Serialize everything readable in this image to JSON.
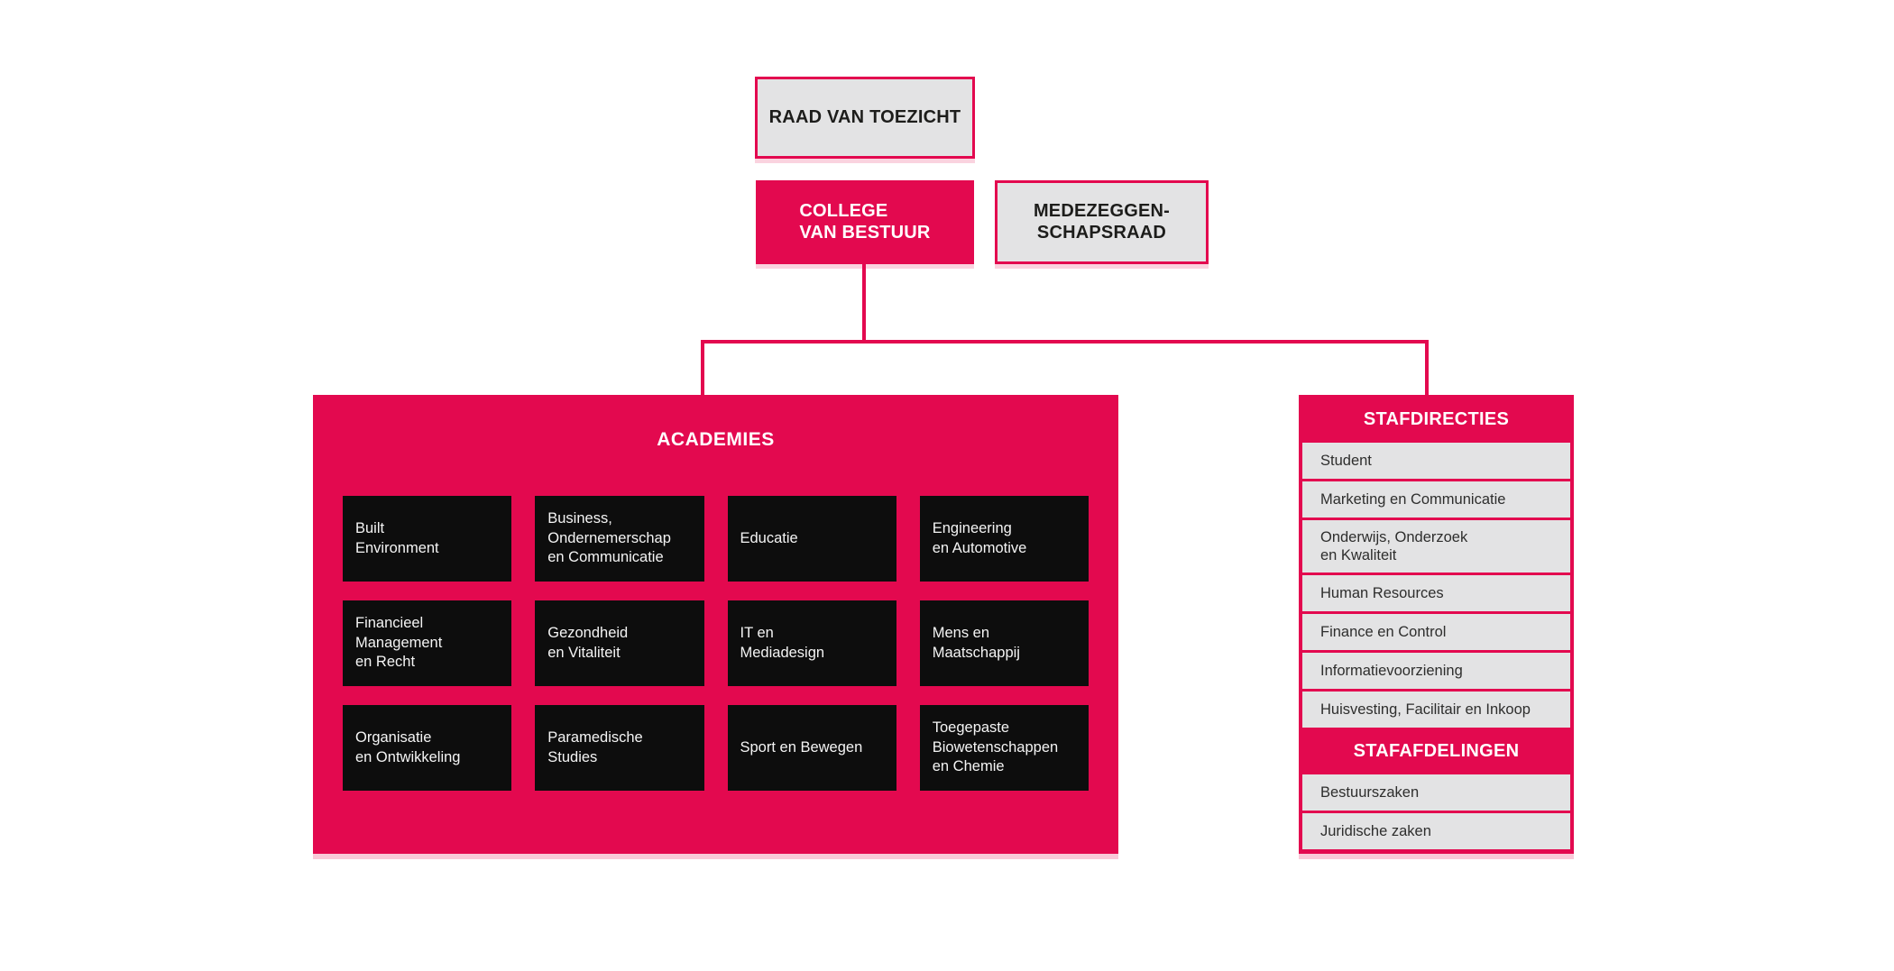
{
  "colors": {
    "pink": "#e3094f",
    "panel_gray": "#e3e3e4",
    "tile_black": "#0d0d0d",
    "dark_text": "#2e2e2d",
    "white": "#ffffff"
  },
  "top": {
    "raad_van_toezicht": "RAAD VAN TOEZICHT",
    "college_van_bestuur": "COLLEGE\nVAN BESTUUR",
    "medezeggenschapsraad": "MEDEZEGGEN-\nSCHAPSRAAD"
  },
  "academies": {
    "title": "ACADEMIES",
    "items": [
      "Built\nEnvironment",
      "Business,\nOndernemerschap\nen Communicatie",
      "Educatie",
      "Engineering\nen Automotive",
      "Financieel\nManagement\nen Recht",
      "Gezondheid\nen Vitaliteit",
      "IT en\nMediadesign",
      "Mens en\nMaatschappij",
      "Organisatie\nen Ontwikkeling",
      "Paramedische\nStudies",
      "Sport en Bewegen",
      "Toegepaste\nBiowetenschappen\nen Chemie"
    ]
  },
  "staf": {
    "stafdirecties_title": "STAFDIRECTIES",
    "stafdirecties_items": [
      "Student",
      "Marketing en Communicatie",
      "Onderwijs, Onderzoek\nen Kwaliteit",
      "Human Resources",
      "Finance en Control",
      "Informatievoorziening",
      "Huisvesting, Facilitair en Inkoop"
    ],
    "stafafdelingen_title": "STAFAFDELINGEN",
    "stafafdelingen_items": [
      "Bestuurszaken",
      "Juridische zaken"
    ]
  }
}
